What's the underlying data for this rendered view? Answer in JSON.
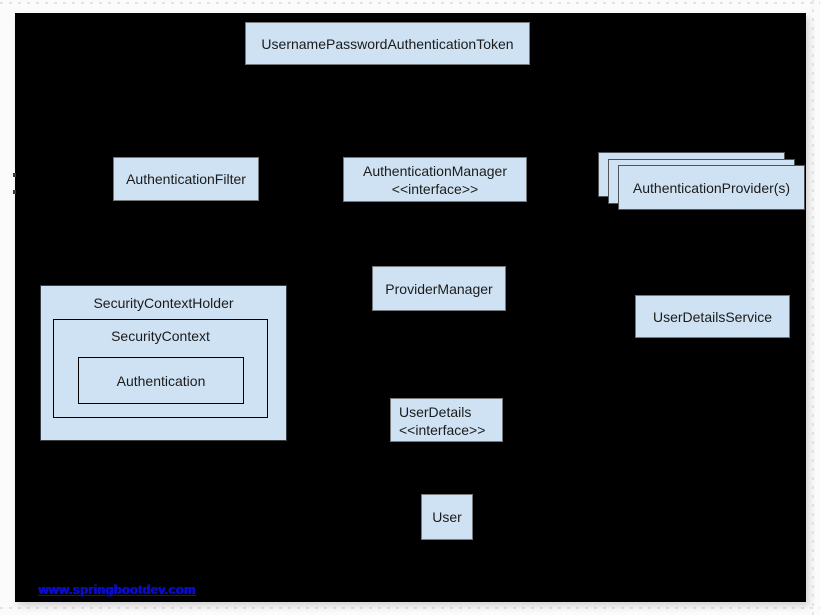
{
  "page": {
    "background_color": "#fbfbfb",
    "canvas_color": "#000000",
    "node_fill_color": "#cfe2f3"
  },
  "nodes": {
    "token": {
      "label": "UsernamePasswordAuthenticationToken"
    },
    "auth_filter": {
      "label": "AuthenticationFilter"
    },
    "auth_manager": {
      "line1": "AuthenticationManager",
      "line2": "<<interface>>"
    },
    "auth_providers": {
      "label": "AuthenticationProvider(s)"
    },
    "security_context_holder": {
      "label": "SecurityContextHolder"
    },
    "security_context": {
      "label": "SecurityContext"
    },
    "authentication": {
      "label": "Authentication"
    },
    "provider_manager": {
      "label": "ProviderManager"
    },
    "user_details_service": {
      "label": "UserDetailsService"
    },
    "user_details": {
      "line1": "UserDetails",
      "line2": "<<interface>>"
    },
    "user": {
      "label": "User"
    }
  },
  "footer_link": {
    "text": "www.springbootdev.com",
    "color": "#0a0acd"
  }
}
